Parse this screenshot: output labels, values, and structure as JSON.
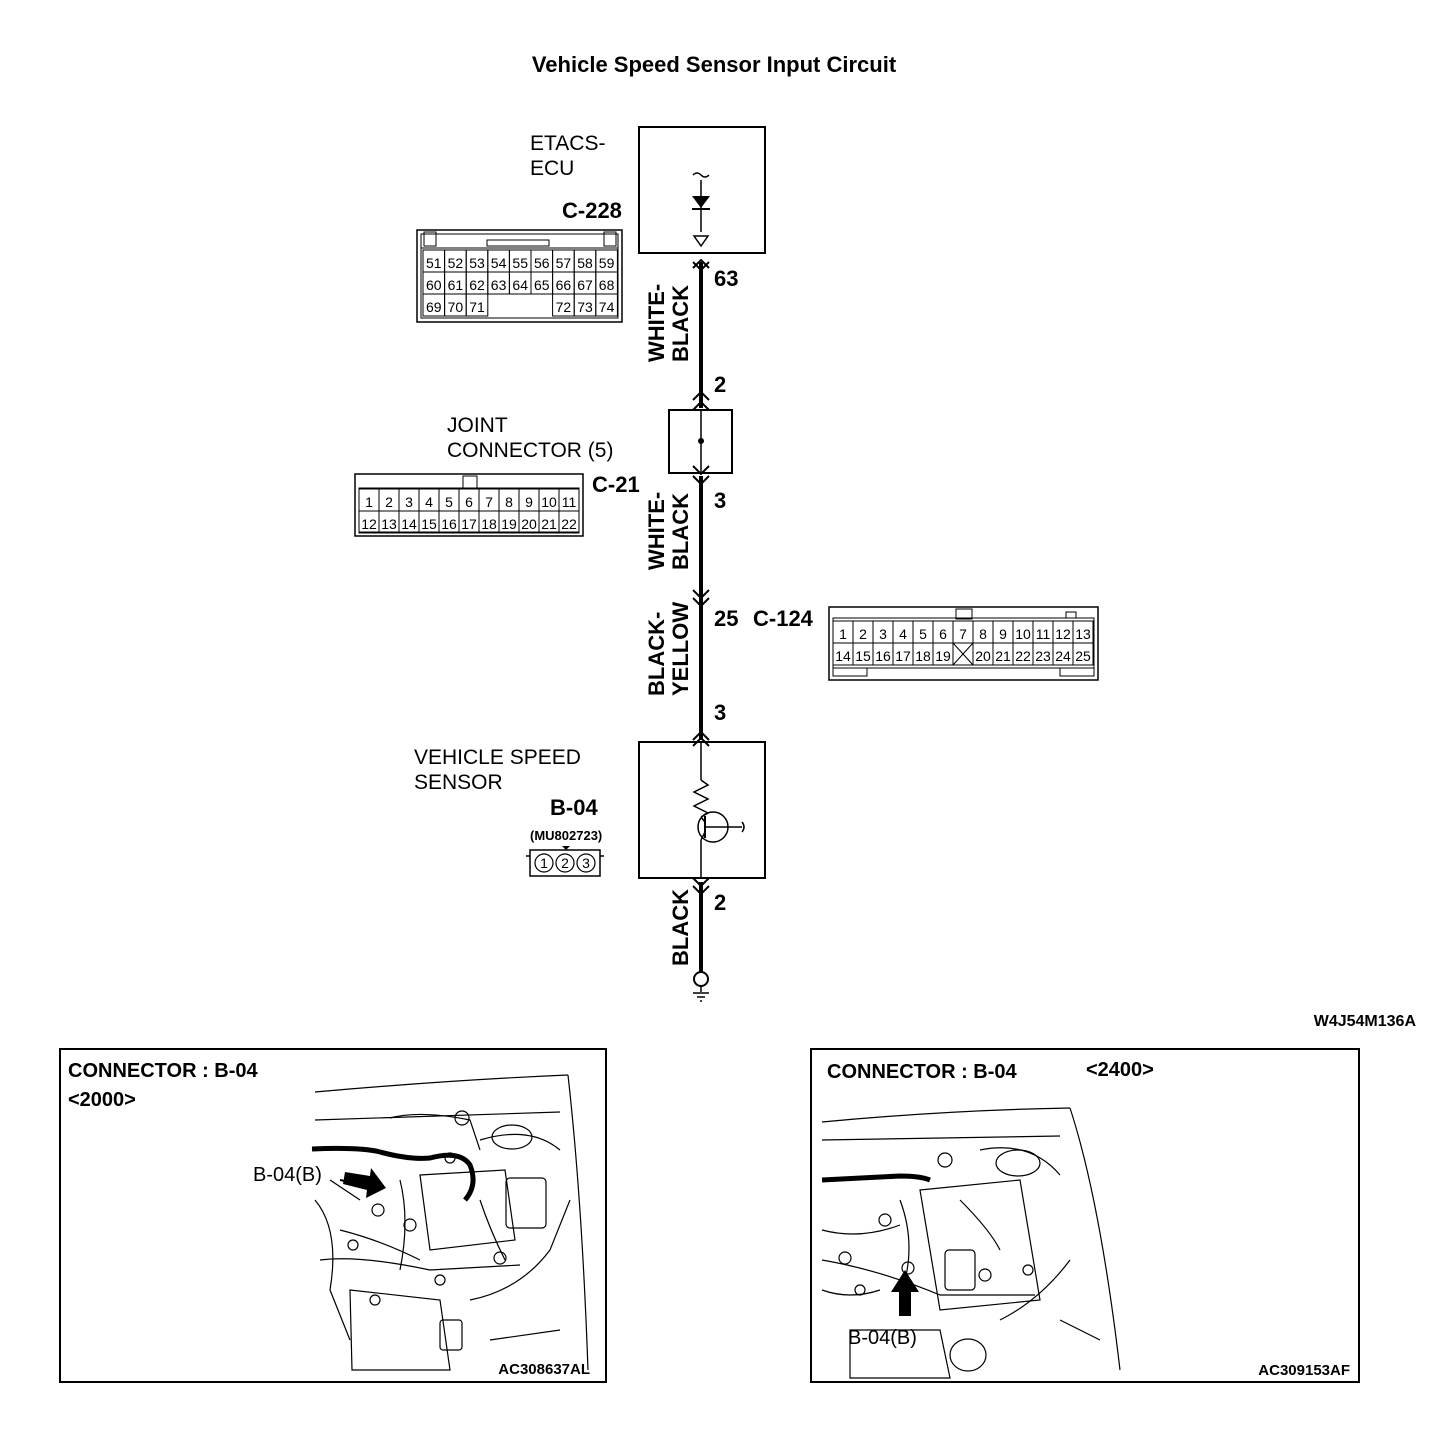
{
  "title": "Vehicle Speed Sensor Input Circuit",
  "diagram_code": "W4J54M136A",
  "components": {
    "ecu": {
      "name_line1": "ETACS-",
      "name_line2": "ECU",
      "connector": "C-228"
    },
    "joint": {
      "name_line1": "JOINT",
      "name_line2": "CONNECTOR (5)",
      "connector": "C-21"
    },
    "relay_connector": {
      "connector": "C-124"
    },
    "sensor": {
      "name_line1": "VEHICLE SPEED",
      "name_line2": "SENSOR",
      "connector": "B-04",
      "part_no": "(MU802723)"
    }
  },
  "wires": {
    "w1_line1": "WHITE-",
    "w1_line2": "BLACK",
    "w2_line1": "WHITE-",
    "w2_line2": "BLACK",
    "w3_line1": "BLACK-",
    "w3_line2": "YELLOW",
    "w4": "BLACK"
  },
  "pins": {
    "ecu_out": "63",
    "joint_in": "2",
    "joint_out": "3",
    "c124": "25",
    "sensor_in": "3",
    "sensor_out": "2"
  },
  "connector_c228": {
    "row1": [
      "51",
      "52",
      "53",
      "54",
      "55",
      "56",
      "57",
      "58",
      "59"
    ],
    "row2": [
      "60",
      "61",
      "62",
      "63",
      "64",
      "65",
      "66",
      "67",
      "68"
    ],
    "row3": [
      "69",
      "70",
      "71",
      "",
      "",
      "",
      "72",
      "73",
      "74"
    ]
  },
  "connector_c21": {
    "row1": [
      "1",
      "2",
      "3",
      "4",
      "5",
      "6",
      "7",
      "8",
      "9",
      "10",
      "11"
    ],
    "row2": [
      "12",
      "13",
      "14",
      "15",
      "16",
      "17",
      "18",
      "19",
      "20",
      "21",
      "22"
    ]
  },
  "connector_c124": {
    "row1": [
      "1",
      "2",
      "3",
      "4",
      "5",
      "6",
      "7",
      "8",
      "9",
      "10",
      "11",
      "12",
      "13"
    ],
    "row2": [
      "14",
      "15",
      "16",
      "17",
      "18",
      "19",
      "",
      "20",
      "21",
      "22",
      "23",
      "24",
      "25"
    ]
  },
  "connector_b04": {
    "pins": [
      "1",
      "2",
      "3"
    ]
  },
  "panels": [
    {
      "title": "CONNECTOR : B-04",
      "variant": "<2000>",
      "callout": "B-04(B)",
      "code": "AC308637AL"
    },
    {
      "title": "CONNECTOR : B-04",
      "variant": "<2400>",
      "callout": "B-04(B)",
      "code": "AC309153AF"
    }
  ]
}
